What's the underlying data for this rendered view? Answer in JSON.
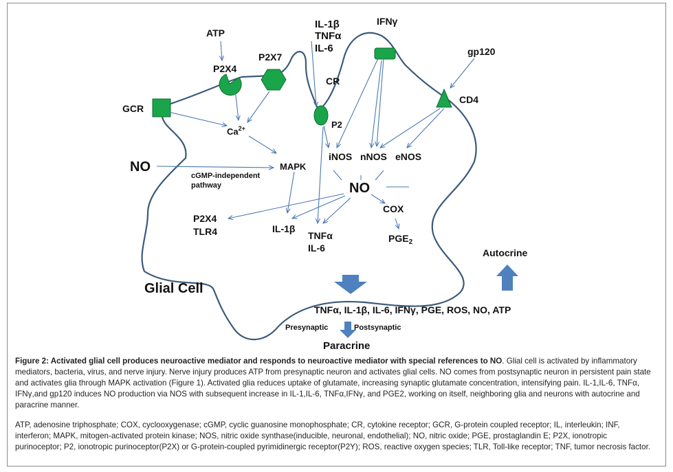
{
  "diagram": {
    "labels": {
      "atp": "ATP",
      "p2x4_receptor": "P2X4",
      "p2x7": "P2X7",
      "il1b_top": "IL-1β",
      "tnfa_top": "TNFα",
      "il6_top": "IL-6",
      "ifng": "IFNγ",
      "gp120": "gp120",
      "cr": "CR",
      "cd4": "CD4",
      "gcr": "GCR",
      "ca": "Ca",
      "ca_sup": "2+",
      "p2": "P2",
      "inos": "iNOS",
      "nnos": "nNOS",
      "enos": "eNOS",
      "no_left": "NO",
      "mapk": "MAPK",
      "cgmp_line1": "cGMP-independent",
      "cgmp_line2": "pathway",
      "no_center": "NO",
      "cox": "COX",
      "pge": "PGE",
      "pge_sub": "2",
      "p2x4_out": "P2X4",
      "tlr4": "TLR4",
      "il1b_out": "IL-1β",
      "tnfa_out": "TNFα",
      "il6_out": "IL-6",
      "autocrine": "Autocrine",
      "glial_cell": "Glial Cell",
      "mediators": "TNFα, IL-1β, IL-6, IFNγ, PGE, ROS, NO, ATP",
      "presynaptic": "Presynaptic",
      "postsynaptic": "Postsynaptic",
      "paracrine": "Paracrine"
    },
    "colors": {
      "receptor_fill": "#1aa54b",
      "receptor_stroke": "#0e6b2f",
      "cell_outline": "#3a5a7a",
      "arrow": "#4a78b0",
      "block_arrow": "#4e81bd"
    }
  },
  "caption": {
    "title": "Figure 2: Activated glial cell produces neuroactive mediator and responds to neuroactive mediator with special references to NO",
    "body": ". Glial cell is activated by inflammatory mediators, bacteria, virus, and nerve injury. Nerve injury produces ATP from presynaptic neuron and activates glial cells. NO comes from postsynaptic neuron in persistent pain state and activates glia through MAPK activation (Figure 1). Activated glia reduces uptake of glutamate, increasing synaptic glutamate concentration, intensifying pain. IL-1,IL-6, TNFα, IFNγ,and gp120 induces NO production via NOS with subsequent increase in IL-1,IL-6, TNFα,IFNγ, and PGE2, working on itself, neighboring glia and neurons with autocrine and paracrine manner.",
    "abbreviations": "ATP, adenosine triphosphate; COX, cyclooxygenase; cGMP, cyclic guanosine monophosphate; CR, cytokine receptor; GCR, G-protein coupled receptor; IL, interleukin; INF, interferon; MAPK, mitogen-activated protein kinase; NOS, nitric oxide synthase(inducible, neuronal, endothelial); NO, nitric oxide; PGE, prostaglandin E; P2X, ionotropic purinoceptor; P2, ionotropic purinoceptor(P2X) or G-protein-coupled pyrimidinergic receptor(P2Y); ROS, reactive oxygen species; TLR, Toll-like receptor; TNF, tumor necrosis factor."
  }
}
